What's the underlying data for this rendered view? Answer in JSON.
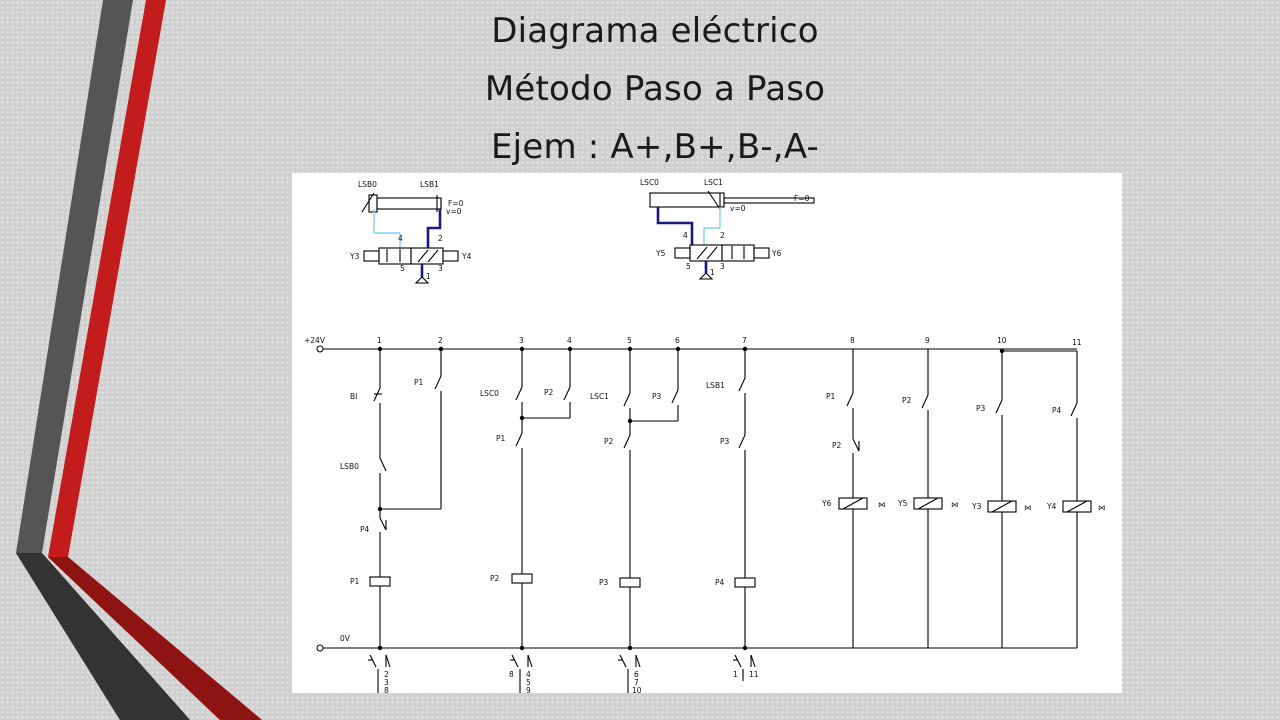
{
  "slide": {
    "title_lines": [
      "Diagrama eléctrico",
      "Método  Paso a  Paso",
      "Ejem : A+,B+,B-,A-"
    ],
    "colors": {
      "ribbon_dark": "#555555",
      "ribbon_red": "#c21c1c",
      "background": "#d0d0d0"
    }
  },
  "pneumatic": {
    "cylinder_a": {
      "sensor_left": "LSB0",
      "sensor_right": "LSB1",
      "force": "F=0",
      "speed": "v=0"
    },
    "valve_a": {
      "solenoid_left": "Y3",
      "solenoid_right": "Y4",
      "ports": [
        "4",
        "2",
        "5",
        "3",
        "1"
      ]
    },
    "cylinder_b": {
      "sensor_left": "LSC0",
      "sensor_right": "LSC1",
      "force": "F=0",
      "speed": "v=0"
    },
    "valve_b": {
      "solenoid_left": "Y5",
      "solenoid_right": "Y6",
      "ports": [
        "4",
        "2",
        "5",
        "3",
        "1"
      ]
    }
  },
  "ladder": {
    "supply": "+24V",
    "ground": "0V",
    "column_numbers": [
      "1",
      "2",
      "3",
      "4",
      "5",
      "6",
      "7",
      "8",
      "9",
      "10",
      "11"
    ],
    "contacts": [
      "BI",
      "P1",
      "LSB0",
      "P4",
      "LSC0",
      "P2",
      "P1",
      "LSC1",
      "P3",
      "P2",
      "LSB1",
      "P3",
      "P1",
      "P2",
      "P2",
      "P3",
      "P4"
    ],
    "relay_coils": [
      "P1",
      "P2",
      "P3",
      "P4"
    ],
    "solenoid_coils": [
      "Y6",
      "Y5",
      "Y3",
      "Y4"
    ],
    "cross_refs": [
      {
        "col": "1",
        "lines": [
          "2",
          "3",
          "8"
        ]
      },
      {
        "col": "3",
        "lines": [
          "8",
          "4",
          "5",
          "9"
        ]
      },
      {
        "col": "5",
        "lines": [
          "6",
          "7",
          "10"
        ]
      },
      {
        "col": "7",
        "lines": [
          "1",
          "11"
        ]
      }
    ]
  }
}
